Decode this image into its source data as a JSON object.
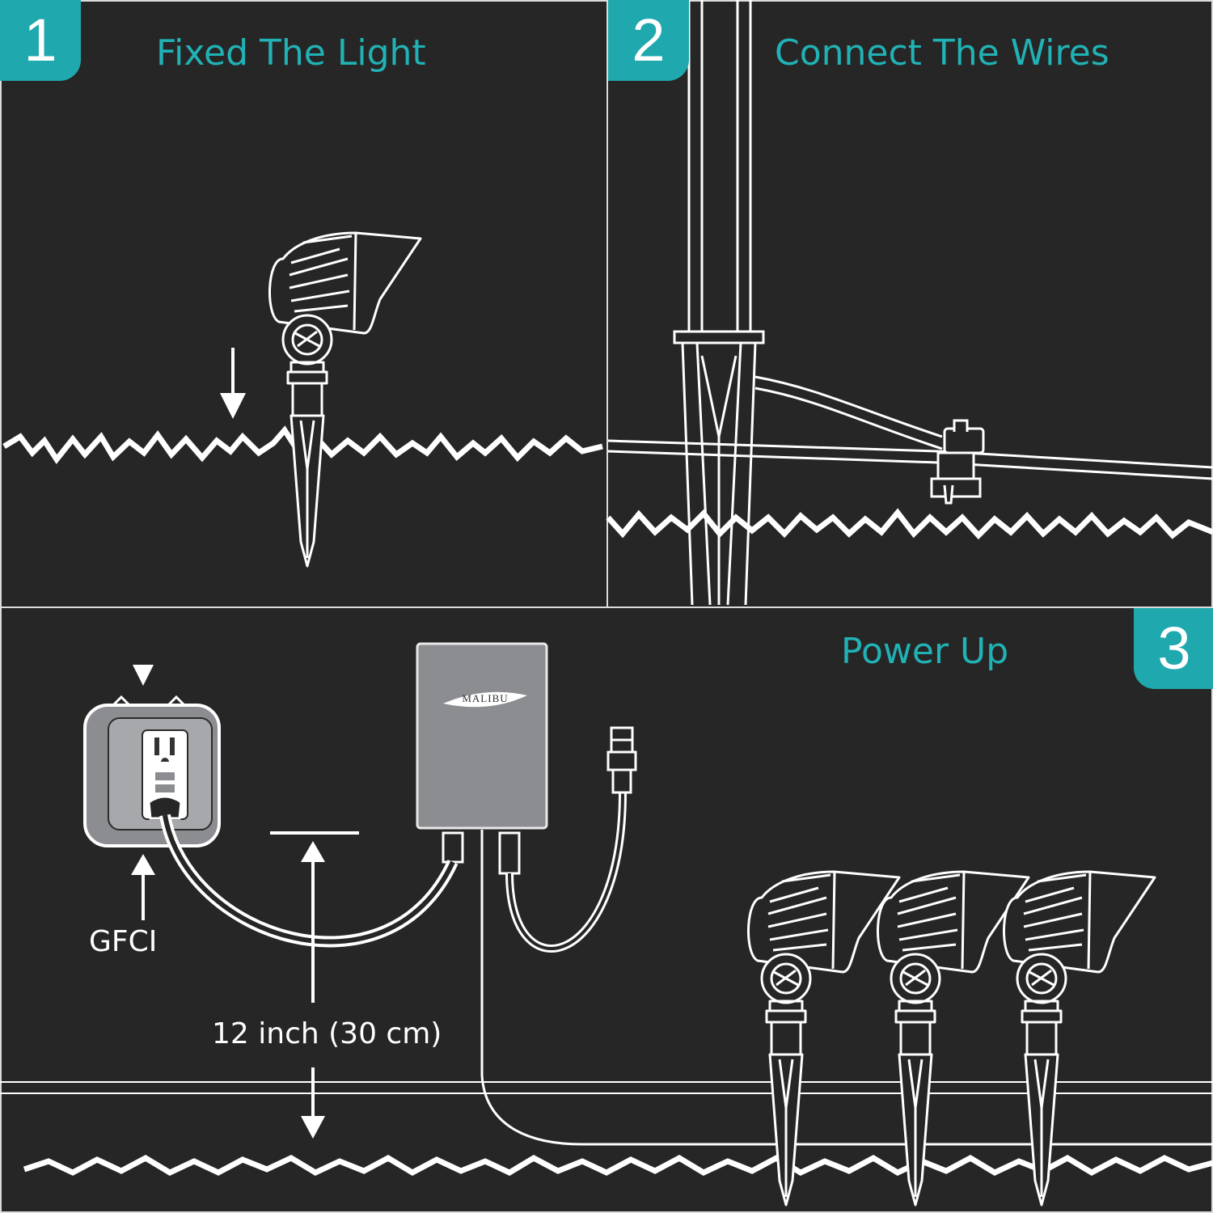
{
  "colors": {
    "background": "#262626",
    "accent": "#1fa8ad",
    "title_text": "#21b2b5",
    "line_art": "#ffffff",
    "adapter_gray": "#8c8d90"
  },
  "steps": [
    {
      "number": "1",
      "title": "Fixed The Light"
    },
    {
      "number": "2",
      "title": "Connect The Wires"
    },
    {
      "number": "3",
      "title": "Power Up"
    }
  ],
  "labels": {
    "gfci": "GFCI",
    "distance": "12 inch  (30 cm)",
    "brand": "MALIBU"
  },
  "icons": [
    "spotlight-icon",
    "wire-connector-icon",
    "gfci-outlet-icon",
    "transformer-icon",
    "down-arrow-icon",
    "up-arrow-icon"
  ]
}
